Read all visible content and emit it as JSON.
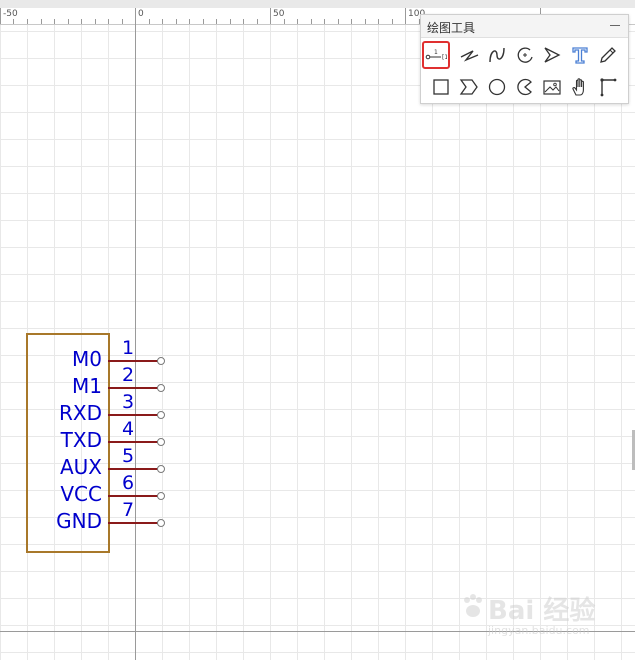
{
  "ruler": {
    "labels": [
      "-50",
      "0",
      "50",
      "100"
    ]
  },
  "toolbox": {
    "title": "绘图工具",
    "tools": [
      {
        "name": "pin-tool",
        "icon": "pin-icon",
        "selected": true
      },
      {
        "name": "wire-tool",
        "icon": "polyline-icon"
      },
      {
        "name": "bezier-tool",
        "icon": "bezier-curve-icon"
      },
      {
        "name": "arc-tool",
        "icon": "arc-icon"
      },
      {
        "name": "arrow-tool",
        "icon": "arrowhead-icon"
      },
      {
        "name": "text-tool",
        "icon": "text-t-icon"
      },
      {
        "name": "freehand-tool",
        "icon": "pencil-icon"
      },
      {
        "name": "rectangle-tool",
        "icon": "rectangle-icon"
      },
      {
        "name": "polygon-tool",
        "icon": "chevron-shape-icon"
      },
      {
        "name": "circle-tool",
        "icon": "circle-icon"
      },
      {
        "name": "pie-tool",
        "icon": "pie-icon"
      },
      {
        "name": "image-tool",
        "icon": "image-icon"
      },
      {
        "name": "pan-tool",
        "icon": "hand-icon"
      },
      {
        "name": "origin-tool",
        "icon": "corner-origin-icon"
      }
    ],
    "pin_icon_label": "1"
  },
  "symbol": {
    "pins": [
      {
        "number": "1",
        "name": "M0"
      },
      {
        "number": "2",
        "name": "M1"
      },
      {
        "number": "3",
        "name": "RXD"
      },
      {
        "number": "4",
        "name": "TXD"
      },
      {
        "number": "5",
        "name": "AUX"
      },
      {
        "number": "6",
        "name": "VCC"
      },
      {
        "number": "7",
        "name": "GND"
      }
    ],
    "colors": {
      "body": "#a8782a",
      "pin": "#8a1a1a",
      "text": "#0000cc"
    }
  },
  "watermark": {
    "brand": "Bai 经验",
    "sub": "jingyan.baidu.com"
  }
}
